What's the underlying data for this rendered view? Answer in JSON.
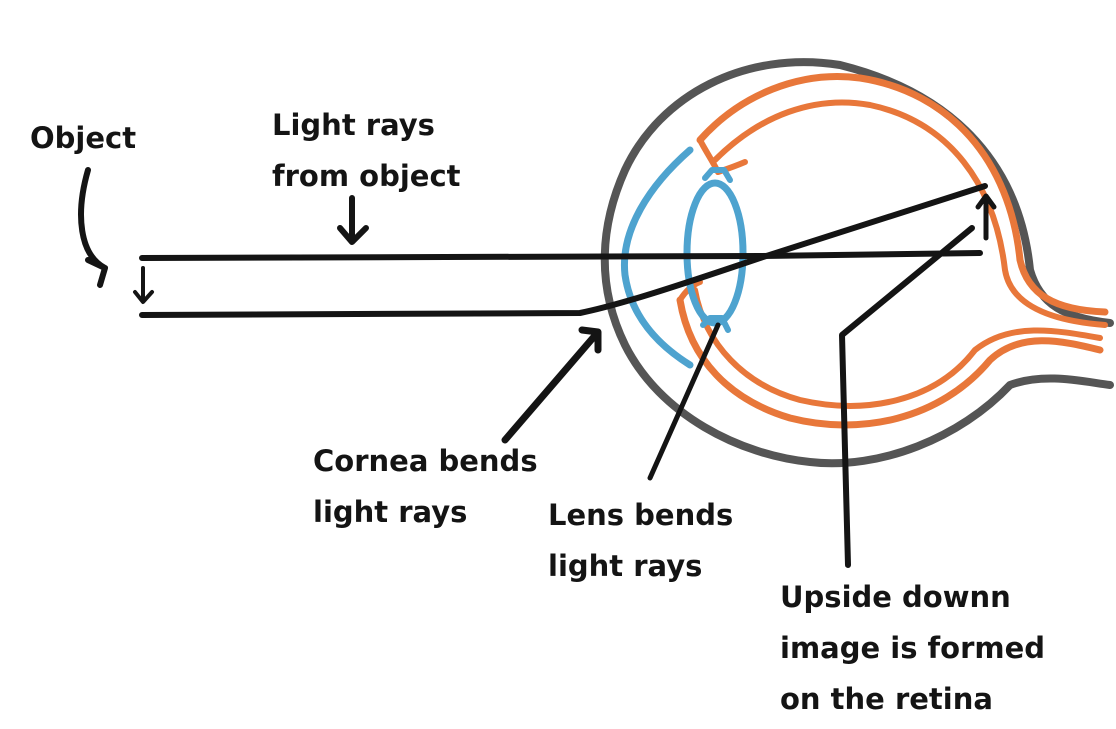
{
  "labels": {
    "object": "Object",
    "light_rays": [
      "Light rays",
      "from object"
    ],
    "cornea": [
      "Cornea bends",
      "light rays"
    ],
    "lens": [
      "Lens bends",
      "light rays"
    ],
    "image": [
      "Upside downn",
      "image is formed",
      "on the retina"
    ]
  },
  "colors": {
    "ink": "#141414",
    "eye_outline": "#555555",
    "retina": "#e8773a",
    "cornea_lens": "#4ea3cf",
    "background": "#ffffff"
  }
}
